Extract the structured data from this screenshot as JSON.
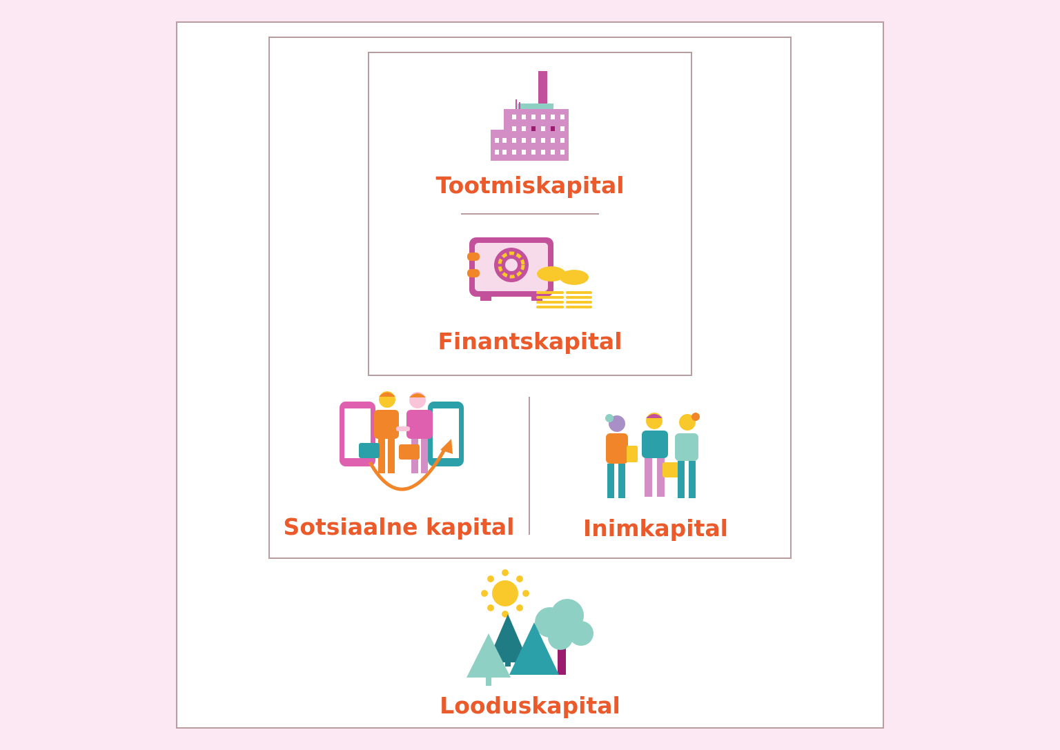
{
  "diagram": {
    "outer": {
      "label": "Looduskapital",
      "icon": "nature-icon"
    },
    "middle": {
      "left": {
        "label": "Sotsiaalne kapital",
        "icon": "social-handshake-icon"
      },
      "right": {
        "label": "Inimkapital",
        "icon": "people-group-icon"
      }
    },
    "inner": {
      "top": {
        "label": "Tootmiskapital",
        "icon": "factory-icon"
      },
      "bottom": {
        "label": "Finantskapital",
        "icon": "safe-coins-icon"
      }
    }
  },
  "colors": {
    "background": "#fce8f2",
    "border": "#b79ca0",
    "label": "#ea5a2b",
    "magenta": "#c2509a",
    "pink": "#e07fbf",
    "orange": "#f0852a",
    "yellow": "#f9c92b",
    "teal": "#2ba0a9",
    "mint": "#8fd0c5",
    "darkteal": "#1f7b84",
    "lilac": "#d48ec6"
  }
}
